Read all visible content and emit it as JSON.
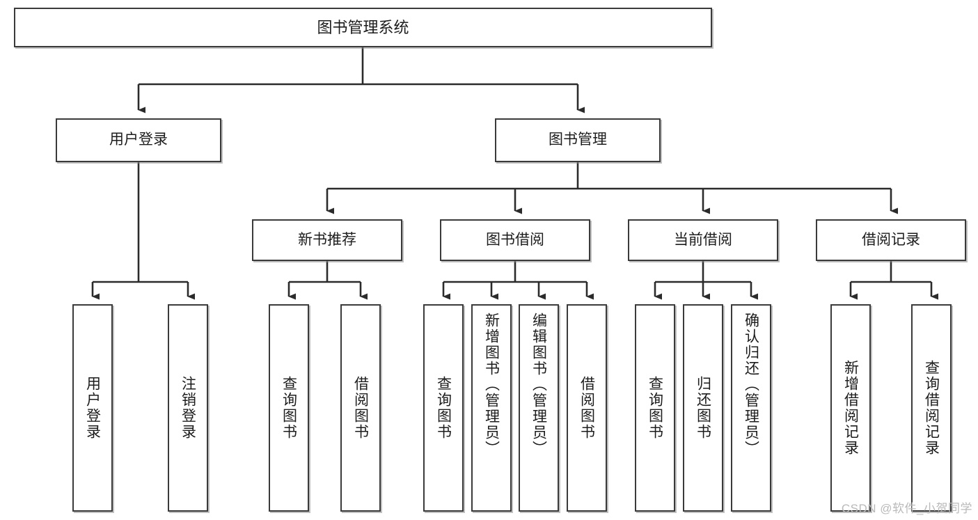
{
  "diagram": {
    "type": "tree-hierarchy-chart",
    "title": "图书管理系统",
    "watermark": "CSDN @软件_小贺同学",
    "colors": {
      "box_border": "#3a3a3a",
      "box_fill": "#ffffff",
      "connector": "#2b2b2b",
      "text": "#1c1c1c",
      "watermark": "#b9b9b9",
      "background": "#ffffff"
    },
    "root": {
      "label": "图书管理系统"
    },
    "level2": [
      {
        "id": "user-login",
        "label": "用户登录"
      },
      {
        "id": "book-management",
        "label": "图书管理"
      }
    ],
    "level3": [
      {
        "id": "new-book-recommend",
        "label": "新书推荐",
        "parent": "book-management"
      },
      {
        "id": "book-borrow",
        "label": "图书借阅",
        "parent": "book-management"
      },
      {
        "id": "current-borrow",
        "label": "当前借阅",
        "parent": "book-management"
      },
      {
        "id": "borrow-record",
        "label": "借阅记录",
        "parent": "book-management"
      }
    ],
    "leaves": {
      "user-login": [
        {
          "id": "leaf-user-login",
          "label": "用户登录"
        },
        {
          "id": "leaf-logout-login",
          "label": "注销登录"
        }
      ],
      "new-book-recommend": [
        {
          "id": "leaf-query-book-1",
          "label": "查询图书"
        },
        {
          "id": "leaf-borrow-book-1",
          "label": "借阅图书"
        }
      ],
      "book-borrow": [
        {
          "id": "leaf-query-book-2",
          "label": "查询图书"
        },
        {
          "id": "leaf-add-book-admin",
          "label": "新增图书（管理员）"
        },
        {
          "id": "leaf-edit-book-admin",
          "label": "编辑图书（管理员）"
        },
        {
          "id": "leaf-borrow-book-2",
          "label": "借阅图书"
        }
      ],
      "current-borrow": [
        {
          "id": "leaf-query-book-3",
          "label": "查询图书"
        },
        {
          "id": "leaf-return-book",
          "label": "归还图书"
        },
        {
          "id": "leaf-confirm-return-admin",
          "label": "确认归还（管理员）"
        }
      ],
      "borrow-record": [
        {
          "id": "leaf-add-borrow-record",
          "label": "新增借阅记录"
        },
        {
          "id": "leaf-query-borrow-record",
          "label": "查询借阅记录"
        }
      ]
    }
  }
}
